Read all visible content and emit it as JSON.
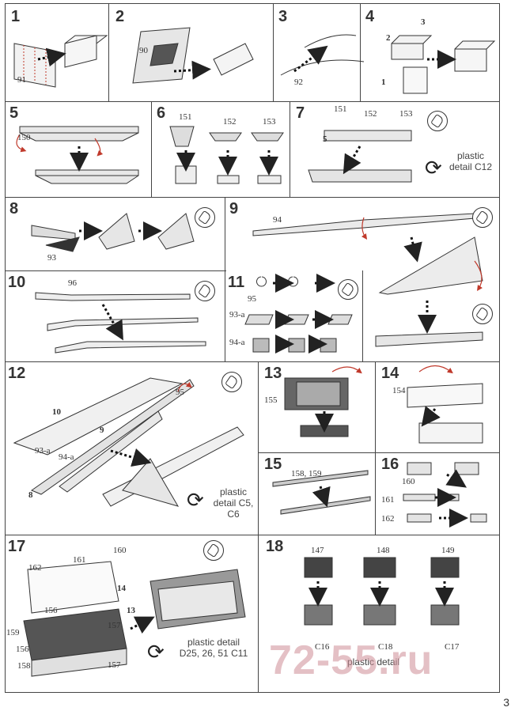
{
  "page": {
    "number": "3",
    "watermark": "72-55.ru"
  },
  "steps": [
    {
      "num": "1",
      "labels": [
        "91"
      ]
    },
    {
      "num": "2",
      "labels": [
        "90"
      ]
    },
    {
      "num": "3",
      "labels": [
        "92"
      ]
    },
    {
      "num": "4",
      "labels": [
        "1",
        "2",
        "3"
      ]
    },
    {
      "num": "5",
      "labels": [
        "150"
      ]
    },
    {
      "num": "6",
      "labels": [
        "151",
        "152",
        "153"
      ]
    },
    {
      "num": "7",
      "labels": [
        "151",
        "152",
        "153",
        "5"
      ],
      "detail": "plastic detail C12"
    },
    {
      "num": "8",
      "labels": [
        "93"
      ]
    },
    {
      "num": "9",
      "labels": [
        "94"
      ]
    },
    {
      "num": "10",
      "labels": [
        "96"
      ]
    },
    {
      "num": "11",
      "labels": [
        "95",
        "93-a",
        "94-a"
      ]
    },
    {
      "num": "12",
      "labels": [
        "10",
        "95",
        "9",
        "93-a",
        "94-a",
        "8"
      ],
      "detail": "plastic detail C5, C6"
    },
    {
      "num": "13",
      "labels": [
        "155"
      ]
    },
    {
      "num": "14",
      "labels": [
        "154"
      ]
    },
    {
      "num": "15",
      "labels": [
        "158, 159"
      ]
    },
    {
      "num": "16",
      "labels": [
        "160",
        "161",
        "162"
      ]
    },
    {
      "num": "17",
      "labels": [
        "162",
        "161",
        "160",
        "14",
        "13",
        "159",
        "156",
        "157",
        "158",
        "156",
        "157"
      ],
      "detail": "plastic detail D25, 26, 51 C11"
    },
    {
      "num": "18",
      "labels": [
        "147",
        "148",
        "149",
        "C16",
        "C18",
        "C17"
      ],
      "detail": "plastic detail"
    }
  ],
  "icons": {
    "glue": "glue-tube-icon",
    "rotate": "rotate-arrows-icon",
    "arrow": "dotted-arrow-icon"
  }
}
